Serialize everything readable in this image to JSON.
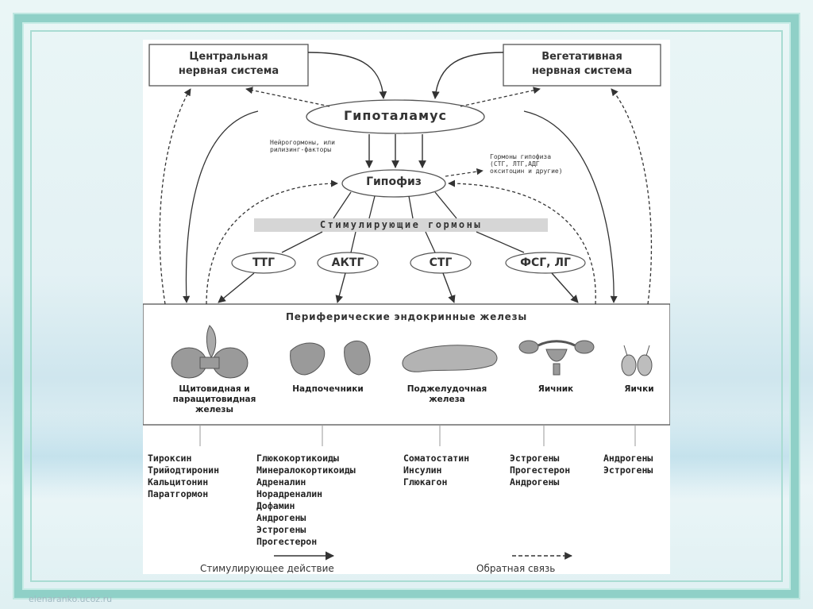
{
  "nodes": {
    "cns": "Центральная\nнервная система",
    "ans": "Вегетативная\nнервная система",
    "hypothalamus": "Гипоталамус",
    "pituitary": "Гипофиз",
    "neurohormones_note": "Нейрогормоны, или\nрилизинг-факторы",
    "pituitary_hormones_note": "Гормоны гипофиза\n(СТГ, ЛТГ,АДГ\nокситоцин и другие)",
    "stimulating_hormones": "Стимулирующие гормоны",
    "peripheral_glands": "Периферические эндокринные железы"
  },
  "tropic_hormones": [
    "ТТГ",
    "АКТГ",
    "СТГ",
    "ФСГ, ЛГ"
  ],
  "glands": [
    {
      "name": "Щитовидная и\nпаращитовидная\nжелезы",
      "icon": "thyroid-icon"
    },
    {
      "name": "Надпочечники",
      "icon": "adrenal-icon"
    },
    {
      "name": "Поджелудочная\nжелеза",
      "icon": "pancreas-icon"
    },
    {
      "name": "Яичник",
      "icon": "ovary-icon"
    },
    {
      "name": "Яички",
      "icon": "testes-icon"
    }
  ],
  "hormones": [
    [
      "Тироксин",
      "Трийодтиронин",
      "Кальцитонин",
      "Паратгормон"
    ],
    [
      "Глюкокортикоиды",
      "Минералокортикоиды",
      "Адреналин",
      "Норадреналин",
      "Дофамин",
      "Андрогены",
      "Эстрогены",
      "Прогестерон"
    ],
    [
      "Соматостатин",
      "Инсулин",
      "Глюкагон"
    ],
    [
      "Эстрогены",
      "Прогестерон",
      "Андрогены"
    ],
    [
      "Андрогены",
      "Эстрогены"
    ]
  ],
  "legend": {
    "stimulating": "Стимулирующее действие",
    "feedback": "Обратная связь"
  },
  "watermark": "elenaranko.ucoz.ru",
  "colors": {
    "frame": "#8fd0c7",
    "line": "#333333",
    "gland_fill": "#9a9a9a"
  }
}
